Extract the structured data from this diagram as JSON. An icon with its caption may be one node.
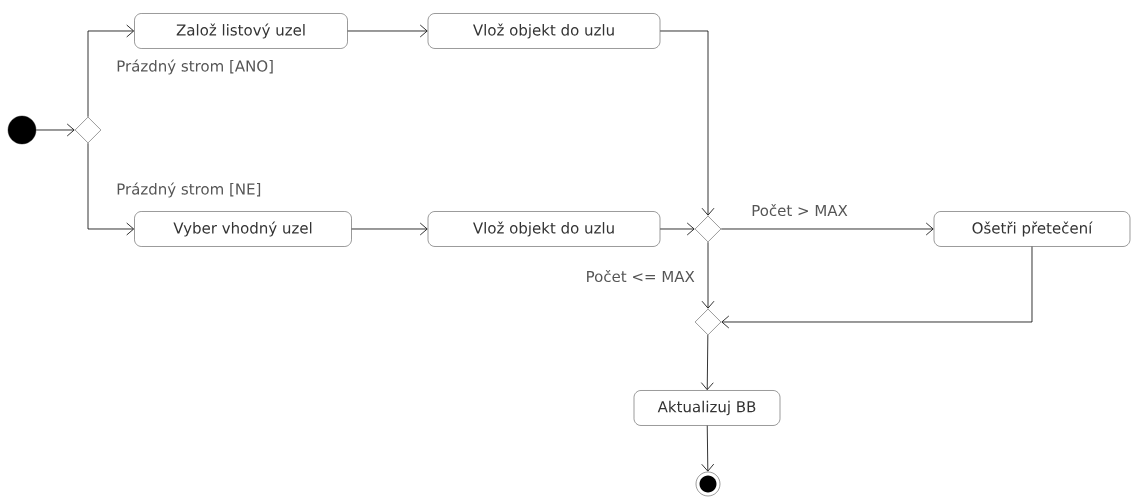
{
  "diagram": {
    "nodes": [
      {
        "text": [],
        "shape": "circle"
      },
      {
        "text": [],
        "shape": "diamond"
      },
      {
        "text": [
          "Založ listový uzel"
        ]
      },
      {
        "text": [
          "Vlož objekt do uzlu"
        ]
      },
      {
        "text": [
          "Vyber vhodný uzel"
        ]
      },
      {
        "text": [
          "Vlož objekt do uzlu"
        ]
      },
      {
        "text": [],
        "shape": "diamond"
      },
      {
        "text": [
          "Ošetři přetečení"
        ]
      },
      {
        "text": [],
        "shape": "diamond"
      },
      {
        "text": [
          "Aktualizuj BB"
        ]
      },
      {
        "text": [],
        "shape": "bullseye"
      }
    ],
    "edges": [
      {
        "from": 0,
        "to": 1,
        "arrow": "to"
      },
      {
        "from": 1,
        "to": 2,
        "arrow": "to",
        "label": "Prázdný strom [ANO]"
      },
      {
        "from": 1,
        "to": 4,
        "arrow": "to",
        "label": "Prázdný strom [NE]"
      },
      {
        "from": 2,
        "to": 3,
        "arrow": "to"
      },
      {
        "from": 4,
        "to": 5,
        "arrow": "to"
      },
      {
        "from": 3,
        "to": 6,
        "arrow": "to"
      },
      {
        "from": 5,
        "to": 6,
        "arrow": "to"
      },
      {
        "from": 6,
        "to": 7,
        "arrow": "to",
        "label": "Počet > MAX"
      },
      {
        "from": 6,
        "to": 8,
        "arrow": "to",
        "label": "Počet <= MAX"
      },
      {
        "from": 7,
        "to": 8,
        "arrow": "to"
      },
      {
        "from": 8,
        "to": 9,
        "arrow": "to"
      },
      {
        "from": 9,
        "to": 10,
        "arrow": "to"
      }
    ]
  }
}
